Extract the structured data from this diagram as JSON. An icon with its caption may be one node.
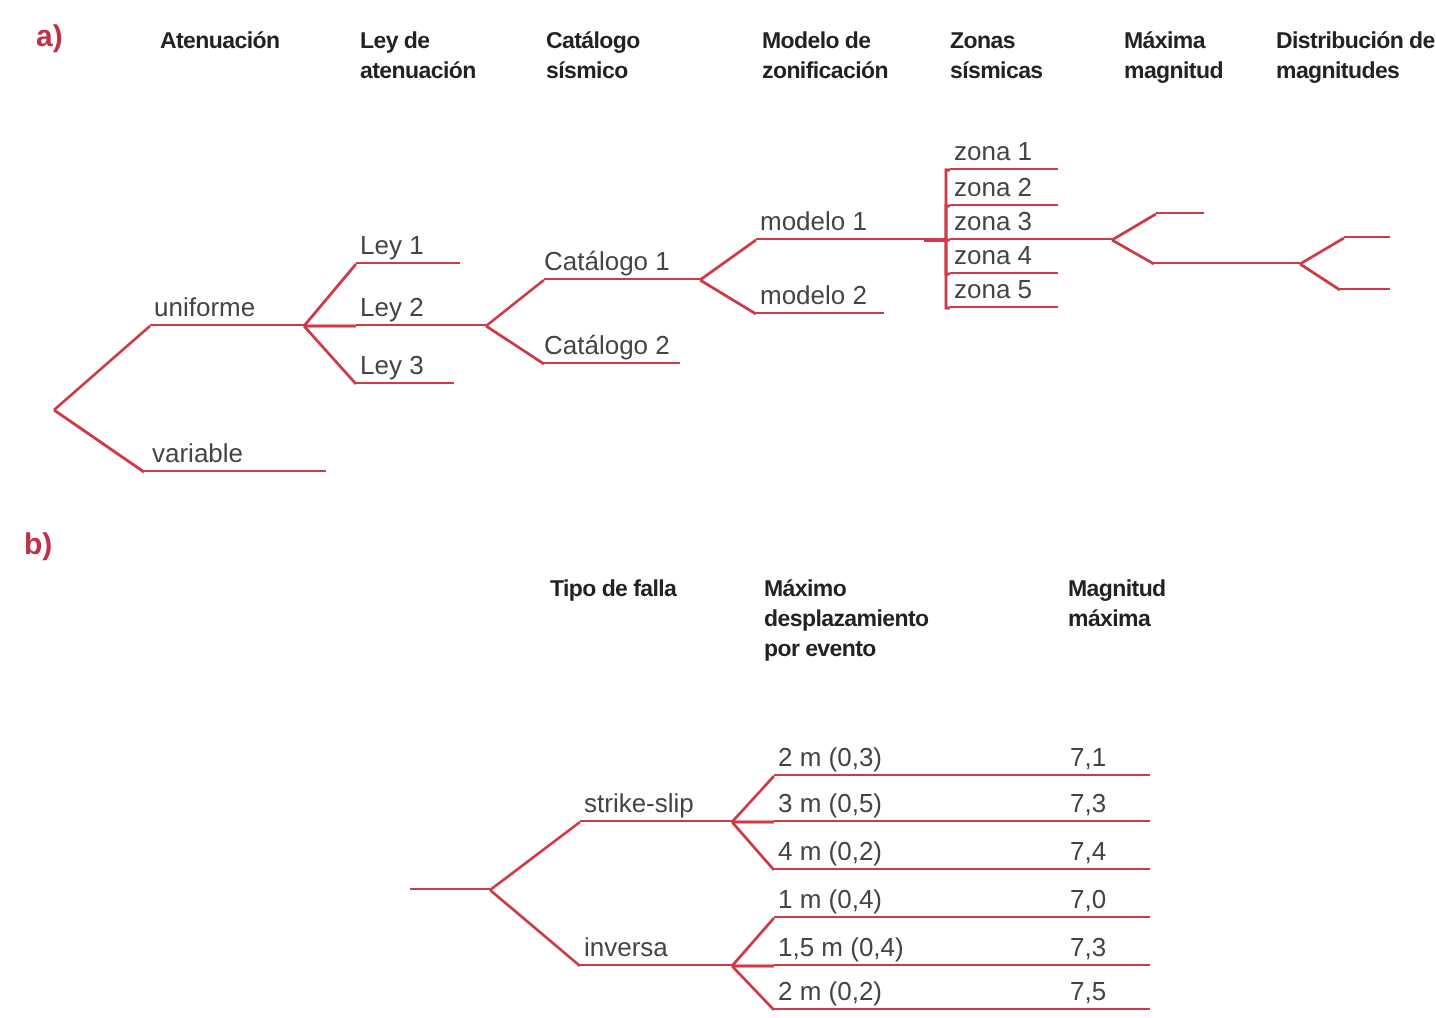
{
  "diagram": {
    "nodes": [
      {
        "text": [
          "uniforme"
        ]
      },
      {
        "text": [
          "variable"
        ]
      },
      {
        "text": [
          "Ley 1"
        ]
      },
      {
        "text": [
          "Ley 2"
        ]
      },
      {
        "text": [
          "Ley 3"
        ]
      },
      {
        "text": [
          "Catálogo 1"
        ]
      },
      {
        "text": [
          "Catálogo 2"
        ]
      },
      {
        "text": [
          "modelo 1"
        ]
      },
      {
        "text": [
          "modelo 2"
        ]
      },
      {
        "text": [
          "zona 1"
        ]
      },
      {
        "text": [
          "zona 2"
        ]
      },
      {
        "text": [
          "zona 3"
        ]
      },
      {
        "text": [
          "zona 4"
        ]
      },
      {
        "text": [
          "zona 5"
        ]
      },
      {
        "text": [],
        "shape": "bar"
      },
      {
        "text": [],
        "shape": "bar"
      },
      {
        "text": [],
        "shape": "bar"
      },
      {
        "text": [],
        "shape": "bar"
      },
      {
        "text": [],
        "shape": "bar"
      },
      {
        "text": [
          "strike-slip"
        ]
      },
      {
        "text": [
          "inversa"
        ]
      },
      {
        "text": [
          "2 m (0,3)",
          "7,1"
        ]
      },
      {
        "text": [
          "3 m (0,5)",
          "7,3"
        ]
      },
      {
        "text": [
          "4 m (0,2)",
          "7,4"
        ]
      },
      {
        "text": [
          "1 m (0,4)",
          "7,0"
        ]
      },
      {
        "text": [
          "1,5 m (0,4)",
          "7,3"
        ]
      },
      {
        "text": [
          "2 m (0,2)",
          "7,5"
        ]
      }
    ],
    "edges": [
      {
        "from": null,
        "to": 0,
        "arrow": "none"
      },
      {
        "from": null,
        "to": 1,
        "arrow": "none"
      },
      {
        "from": 0,
        "to": 2,
        "arrow": "none"
      },
      {
        "from": 0,
        "to": 3,
        "arrow": "none"
      },
      {
        "from": 0,
        "to": 4,
        "arrow": "none"
      },
      {
        "from": 3,
        "to": 5,
        "arrow": "none"
      },
      {
        "from": 3,
        "to": 6,
        "arrow": "none"
      },
      {
        "from": 5,
        "to": 7,
        "arrow": "none"
      },
      {
        "from": 5,
        "to": 8,
        "arrow": "none"
      },
      {
        "from": 7,
        "to": 9,
        "arrow": "none"
      },
      {
        "from": 7,
        "to": 10,
        "arrow": "none"
      },
      {
        "from": 7,
        "to": 11,
        "arrow": "none"
      },
      {
        "from": 7,
        "to": 12,
        "arrow": "none"
      },
      {
        "from": 7,
        "to": 13,
        "arrow": "none"
      },
      {
        "from": 11,
        "to": 14,
        "arrow": "none"
      },
      {
        "from": 11,
        "to": 15,
        "arrow": "none"
      },
      {
        "from": 15,
        "to": 16,
        "arrow": "none"
      },
      {
        "from": 15,
        "to": 17,
        "arrow": "none"
      },
      {
        "from": 18,
        "to": 19,
        "arrow": "none"
      },
      {
        "from": 18,
        "to": 20,
        "arrow": "none"
      },
      {
        "from": 19,
        "to": 21,
        "arrow": "none"
      },
      {
        "from": 19,
        "to": 22,
        "arrow": "none"
      },
      {
        "from": 19,
        "to": 23,
        "arrow": "none"
      },
      {
        "from": 20,
        "to": 24,
        "arrow": "none"
      },
      {
        "from": 20,
        "to": 25,
        "arrow": "none"
      },
      {
        "from": 20,
        "to": 26,
        "arrow": "none"
      }
    ],
    "labels": [
      "a)",
      "Atenuación",
      "Ley de atenuación",
      "Catálogo sísmico",
      "Modelo de zonificación",
      "Zonas sísmicas",
      "Máxima magnitud",
      "Distribución de magnitudes",
      "b)",
      "Tipo de falla",
      "Máximo desplazamiento por evento",
      "Magnitud máxima"
    ]
  }
}
